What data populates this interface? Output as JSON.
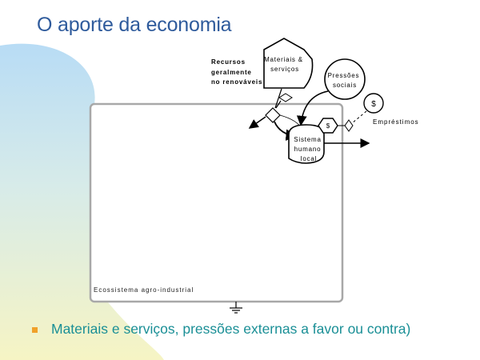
{
  "slide": {
    "title": "O aporte da economia",
    "bullet_text": "Materiais e serviços, pressões externas a favor ou contra)",
    "colors": {
      "title": "#2f5b9c",
      "bullet_text": "#1a8f96",
      "bullet_marker": "#f0a12a",
      "gradient_top": "#b8dcf5",
      "gradient_bottom": "#f6f4c4"
    }
  },
  "diagram": {
    "resources_label": [
      "Recursos",
      "geralmente",
      "no renováveis"
    ],
    "materials_label": [
      "Materiais &",
      "serviços"
    ],
    "social_label": [
      "Pressões",
      "sociais"
    ],
    "money_symbol": "$",
    "loans_label": "Empréstimos",
    "inner_money_symbol": "$",
    "local_system_label": [
      "Sistema",
      "humano",
      "local"
    ],
    "ecosystem_label": "Ecossistema agro-industrial"
  }
}
